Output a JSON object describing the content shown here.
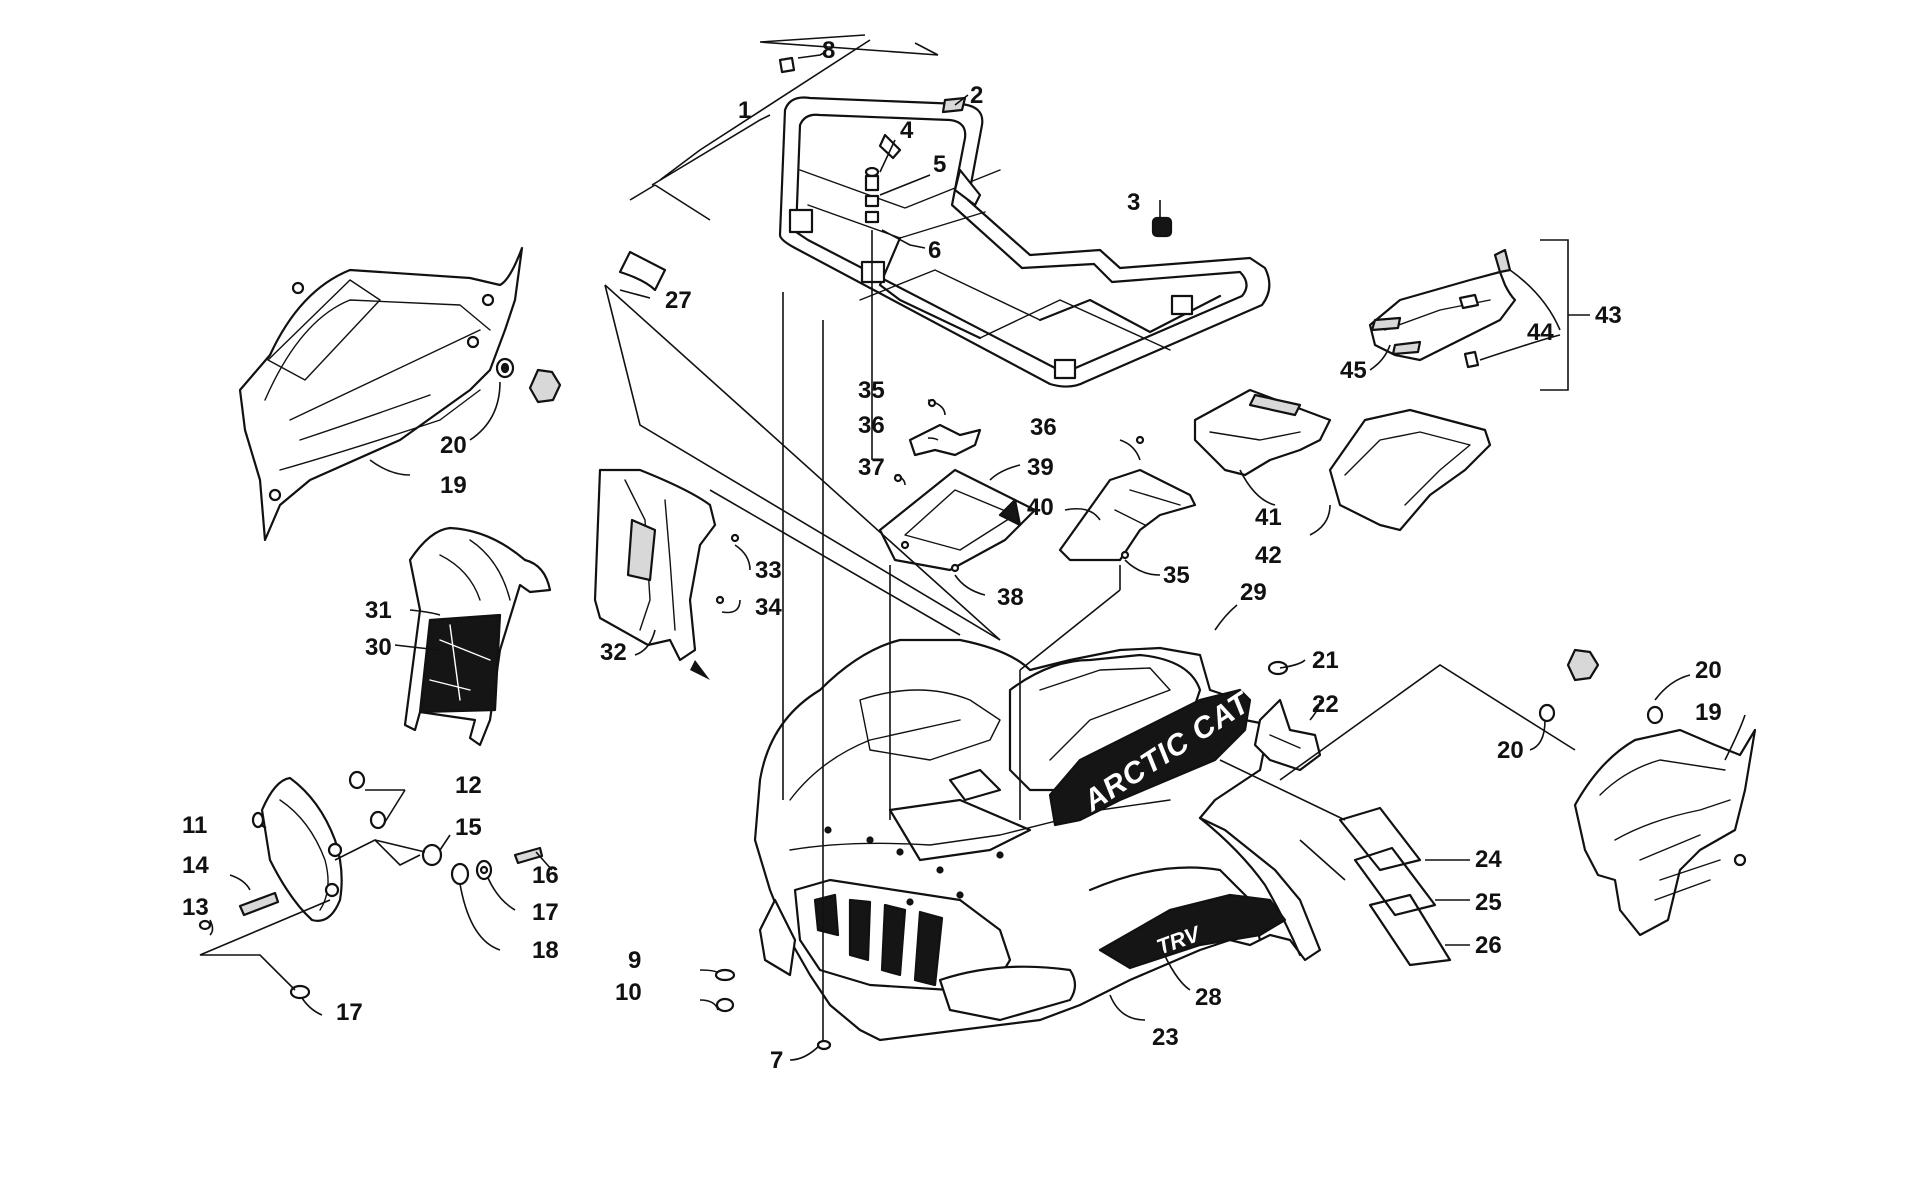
{
  "diagram": {
    "brand_decal_text": "ARCTIC CAT",
    "side_decal_text": "TRV",
    "callout_numbers": [
      "1",
      "2",
      "3",
      "4",
      "5",
      "6",
      "7",
      "8",
      "9",
      "10",
      "11",
      "12",
      "13",
      "14",
      "15",
      "16",
      "17",
      "17",
      "18",
      "19",
      "19",
      "20",
      "20",
      "20",
      "21",
      "22",
      "23",
      "24",
      "25",
      "26",
      "27",
      "28",
      "29",
      "30",
      "31",
      "32",
      "33",
      "34",
      "35",
      "35",
      "36",
      "36",
      "37",
      "38",
      "39",
      "40",
      "41",
      "42",
      "43",
      "44",
      "45"
    ]
  }
}
